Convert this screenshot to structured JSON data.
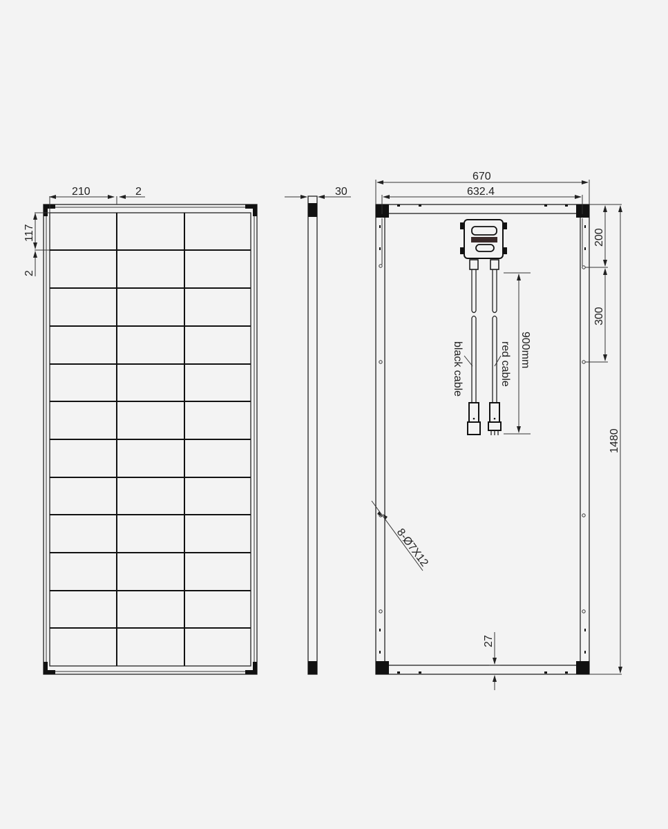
{
  "front_view": {
    "cell_width": "210",
    "cell_gap_horizontal": "2",
    "cell_height": "117",
    "cell_gap_vertical": "2",
    "columns": 3,
    "rows": 12
  },
  "side_view": {
    "frame_thickness": "30"
  },
  "back_view": {
    "overall_width": "670",
    "mount_hole_spacing_width": "632.4",
    "top_to_first_hole": "200",
    "hole_spacing": "300",
    "overall_length": "1480",
    "frame_lip": "27",
    "mounting_holes": "8-Ø7X12",
    "cable_length": "900mm",
    "black_cable_label": "black cable",
    "red_cable_label": "red cable"
  },
  "colors": {
    "background": "#f3f3f3",
    "line": "#222222"
  }
}
